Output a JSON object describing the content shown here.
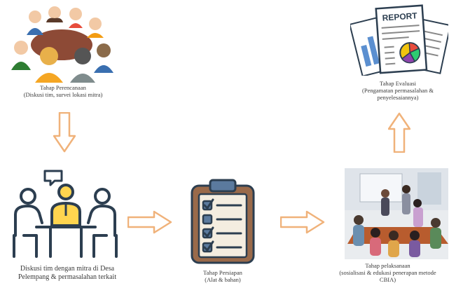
{
  "stages": {
    "planning": {
      "title": "Tahap Perencanaan",
      "detail": "(Diskusi tim, survei lokasi mitra)",
      "icon": "meeting-table-icon"
    },
    "discussion": {
      "line1": "Diskusi tim dengan mitra di Desa",
      "line2": "Pelempang & permasalahan terkait",
      "icon": "team-discussion-icon"
    },
    "preparation": {
      "title": "Tahap Persiapan",
      "detail": "(Alat & bahan)",
      "icon": "clipboard-checklist-icon"
    },
    "execution": {
      "title": "Tahap pelaksanaan",
      "detail": "(sosialisasi & edukasi penerapan metode",
      "detail2": "CBIA)",
      "icon": "classroom-photo-icon"
    },
    "evaluation": {
      "title": "Tahap Evaluasi",
      "detail": "(Pengamatan permasalahan &",
      "detail2": "penyelesaiannya)",
      "icon": "report-icon",
      "report_label": "REPORT"
    }
  },
  "colors": {
    "arrow": "#f0b27a",
    "icon_dark": "#2c3e50",
    "icon_yellow": "#ffd54f",
    "clipboard": "#5b7a9e"
  }
}
